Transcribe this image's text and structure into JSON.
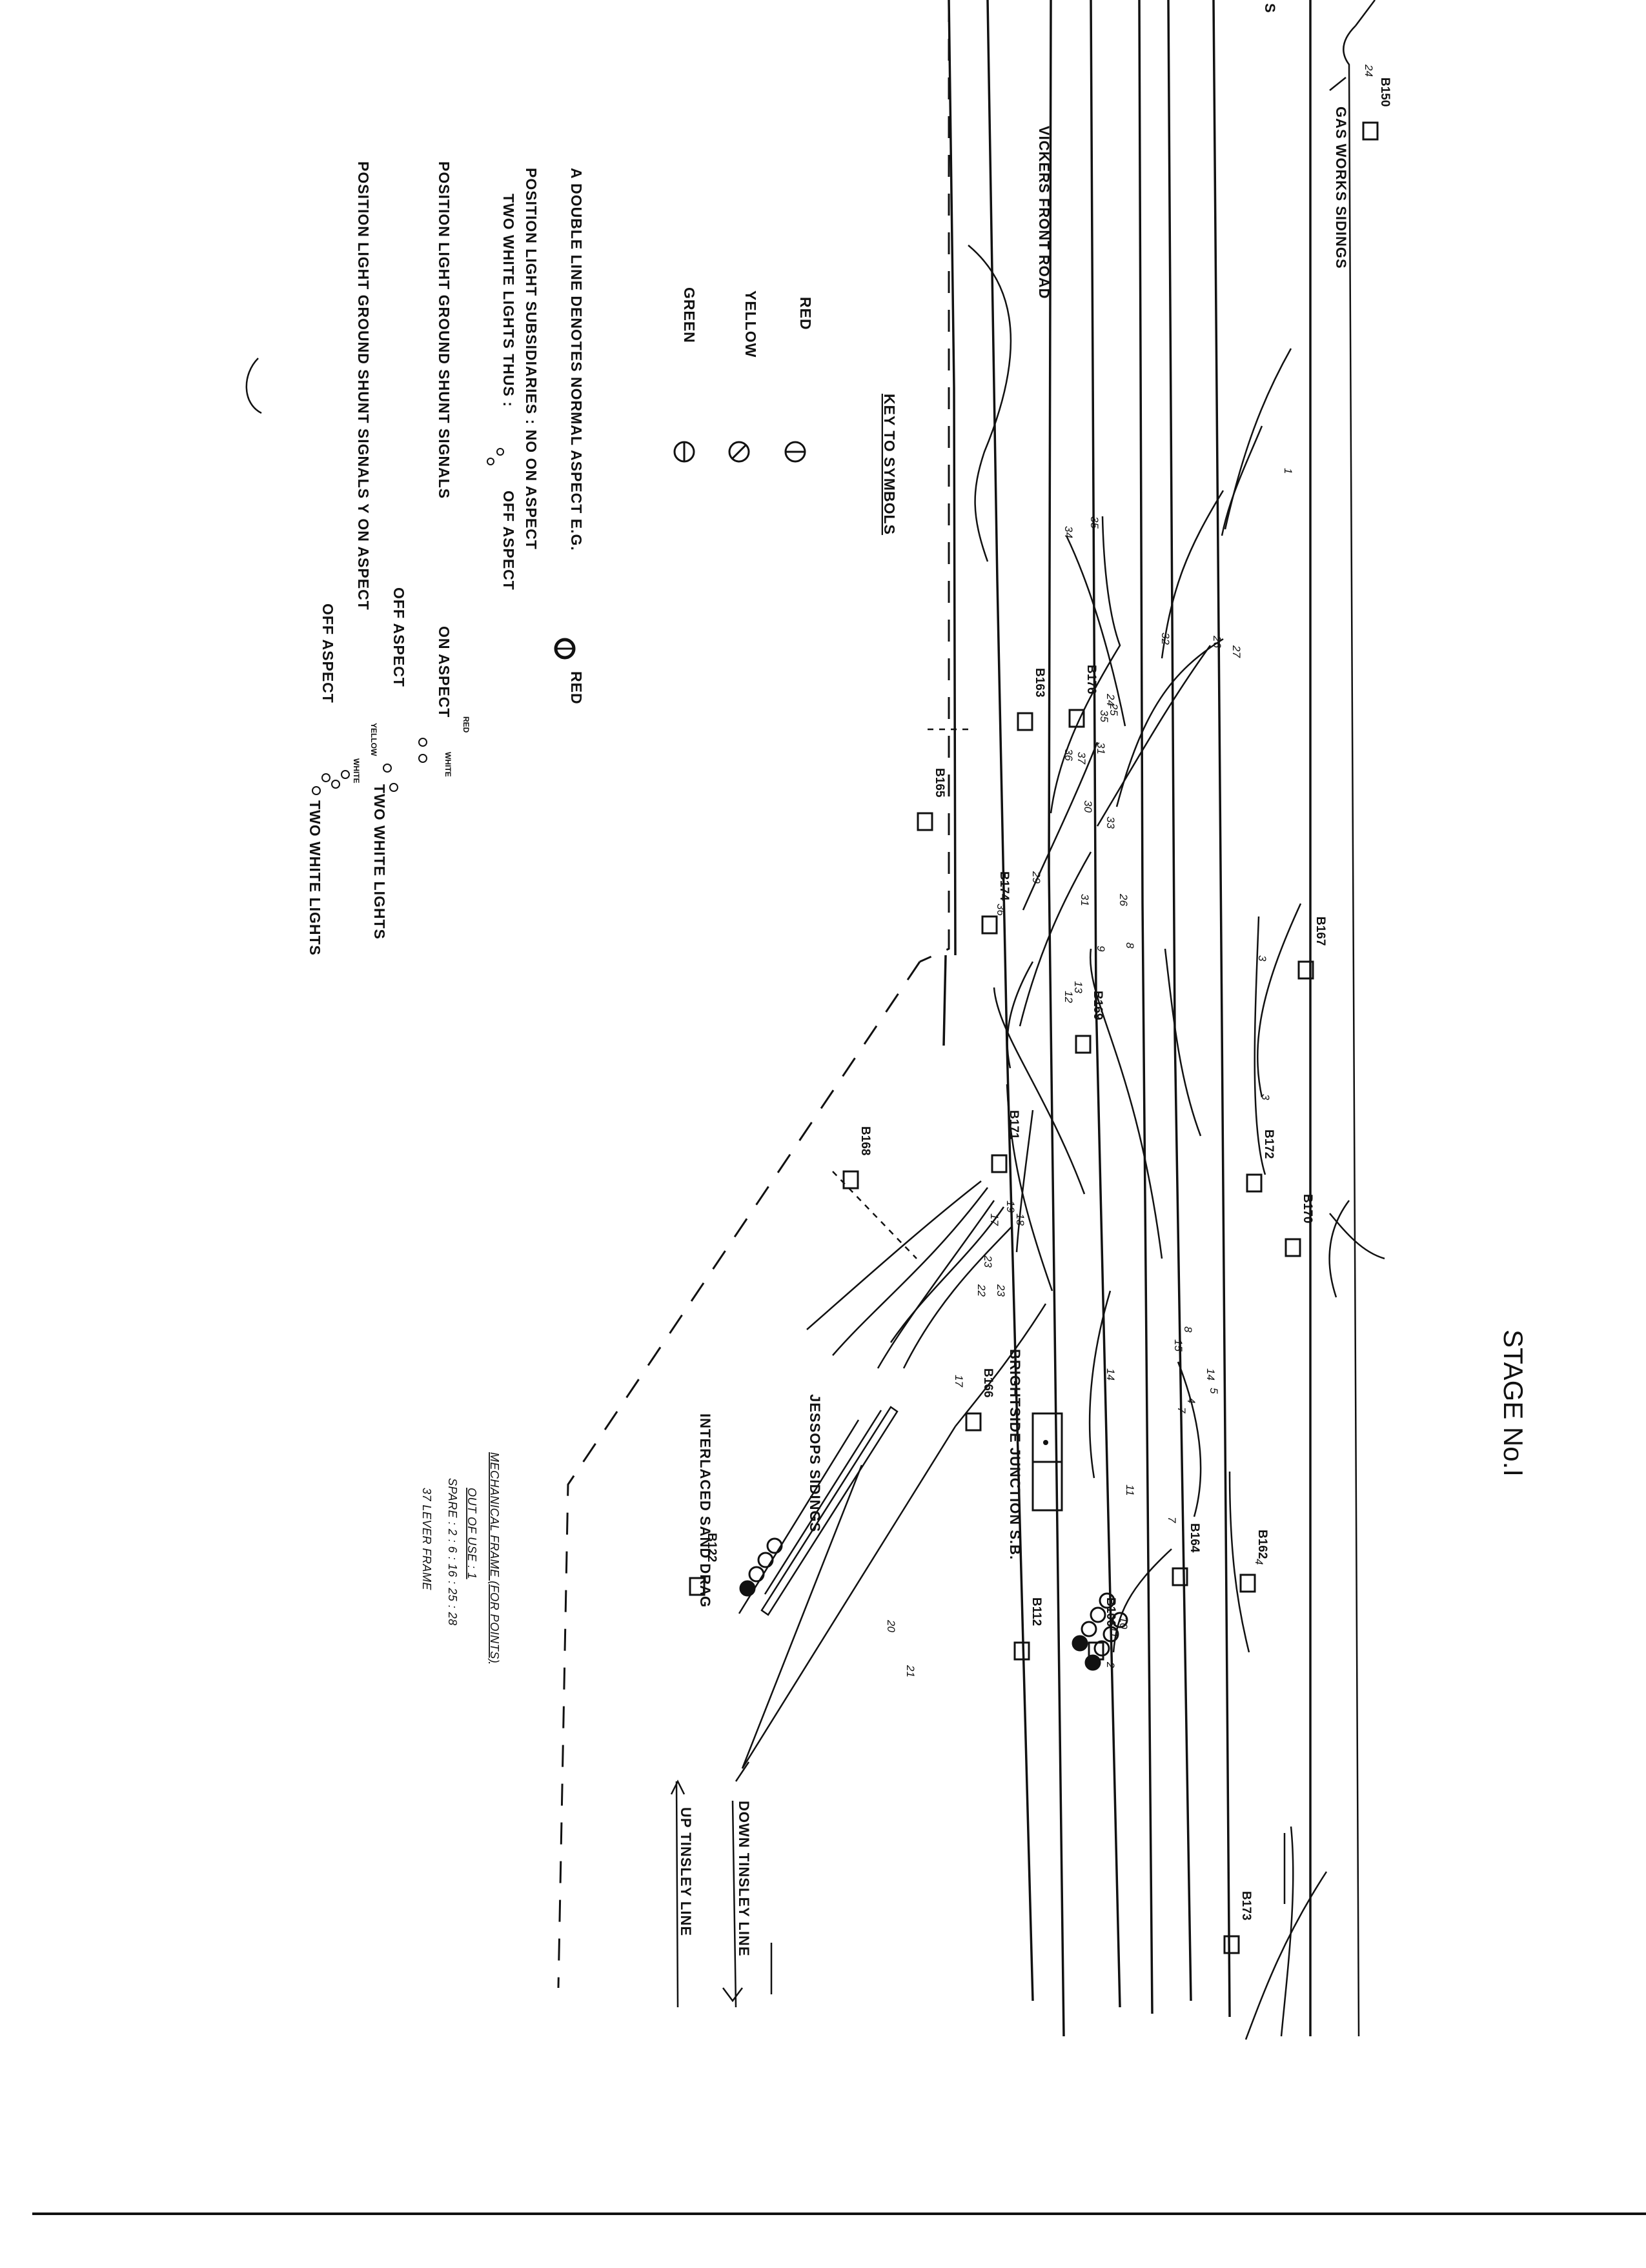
{
  "title": "STAGE No.I",
  "places": {
    "gas_works": "GAS WORKS SIDINGS",
    "vickers": "VICKERS FRONT ROAD",
    "jessops": "JESSOPS SIDINGS",
    "sand_drag": "INTERLACED SAND DRAG",
    "signal_box": "BRIGHTSIDE JUNCTION S.B.",
    "down_tinsley": "DOWN TINSLEY LINE",
    "up_tinsley": "UP TINSLEY LINE",
    "top_edge": "S"
  },
  "signals": [
    "B150",
    "B167",
    "B172",
    "B170",
    "B162",
    "B164",
    "B166",
    "B173",
    "B176",
    "B163",
    "B165",
    "B174",
    "B169",
    "B171",
    "B168",
    "B122",
    "B106",
    "B112"
  ],
  "levers": [
    "24",
    "1",
    "35",
    "34",
    "32",
    "26",
    "27",
    "24",
    "25",
    "35",
    "31",
    "37",
    "36",
    "30",
    "33",
    "29",
    "31",
    "26",
    "36",
    "9",
    "8",
    "13",
    "12",
    "3",
    "3",
    "14",
    "19",
    "18",
    "17",
    "23",
    "22",
    "23",
    "17",
    "8",
    "15",
    "14",
    "5",
    "4",
    "7",
    "7",
    "11",
    "4",
    "10",
    "11",
    "20",
    "21",
    "2"
  ],
  "key": {
    "heading": "KEY TO SYMBOLS",
    "red": "RED",
    "yellow": "YELLOW",
    "green": "GREEN",
    "double_line": "A DOUBLE LINE DENOTES NORMAL ASPECT E.G.",
    "double_line_red": "RED",
    "subsidiary_1": "POSITION LIGHT SUBSIDIARIES : NO ON ASPECT",
    "subsidiary_2": "TWO WHITE LIGHTS THUS :",
    "subsidiary_off": "OFF ASPECT",
    "shunt": "POSITION LIGHT GROUND SHUNT SIGNALS",
    "shunt_on": "ON ASPECT",
    "shunt_off": "OFF ASPECT",
    "shunt_red": "RED",
    "shunt_white": "WHITE",
    "shunt_white_lights": "TWO WHITE LIGHTS",
    "shunt_y": "POSITION LIGHT GROUND SHUNT SIGNALS Y ON ASPECT",
    "shunt_y_off": "OFF ASPECT",
    "shunt_y_yellow": "YELLOW",
    "shunt_y_white": "WHITE",
    "shunt_y_white_lights": "TWO WHITE LIGHTS"
  },
  "notes": {
    "line1": "MECHANICAL FRAME (FOR POINTS)",
    "line2": "OUT OF USE : 1",
    "line3": "SPARE : 2 : 6 : 16 : 25 : 28",
    "line4": "37 LEVER FRAME"
  }
}
